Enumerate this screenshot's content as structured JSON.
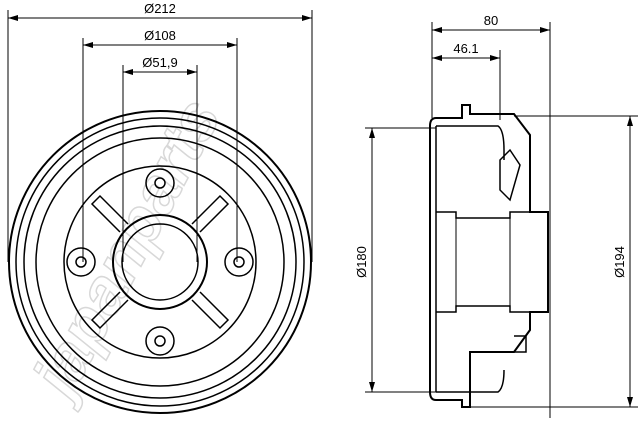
{
  "watermark": "japanparts",
  "front_view": {
    "dimensions": {
      "outer_diameter": "Ø212",
      "bolt_circle": "Ø108",
      "center_bore": "Ø51,9"
    }
  },
  "side_view": {
    "dimensions": {
      "overall_height": "80",
      "hub_height": "46.1",
      "inner_diameter": "Ø180",
      "outer_diameter": "Ø194"
    }
  }
}
